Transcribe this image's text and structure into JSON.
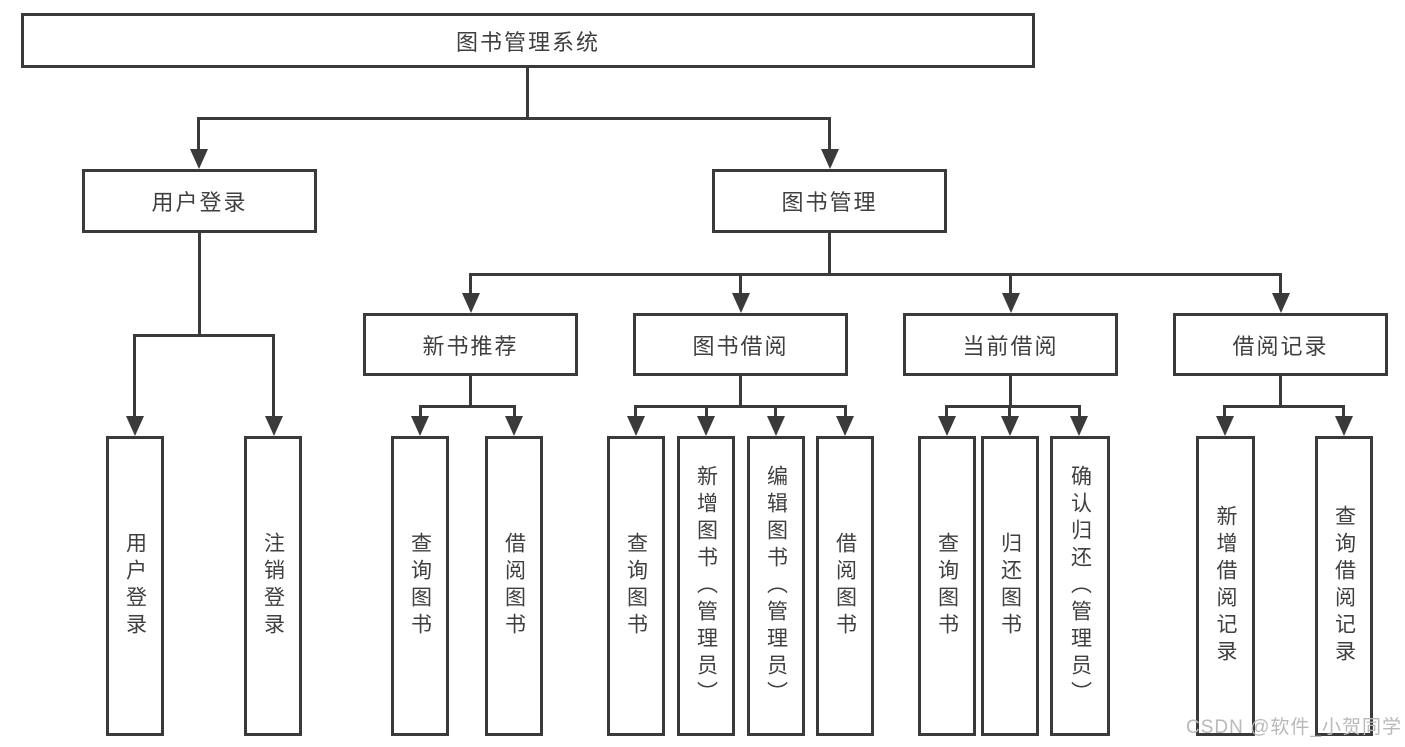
{
  "diagram_title": "图书管理系统",
  "tree": {
    "label": "图书管理系统",
    "children": [
      {
        "label": "用户登录",
        "children": [
          {
            "label": "用户登录"
          },
          {
            "label": "注销登录"
          }
        ]
      },
      {
        "label": "图书管理",
        "children": [
          {
            "label": "新书推荐",
            "children": [
              {
                "label": "查询图书"
              },
              {
                "label": "借阅图书"
              }
            ]
          },
          {
            "label": "图书借阅",
            "children": [
              {
                "label": "查询图书"
              },
              {
                "label": "新增图书（管理员）"
              },
              {
                "label": "编辑图书（管理员）"
              },
              {
                "label": "借阅图书"
              }
            ]
          },
          {
            "label": "当前借阅",
            "children": [
              {
                "label": "查询图书"
              },
              {
                "label": "归还图书"
              },
              {
                "label": "确认归还（管理员）"
              }
            ]
          },
          {
            "label": "借阅记录",
            "children": [
              {
                "label": "新增借阅记录"
              },
              {
                "label": "查询借阅记录"
              }
            ]
          }
        ]
      }
    ]
  },
  "watermark": "CSDN @软件_小贺同学",
  "colors": {
    "line": "#3a3a3a",
    "text": "#3f3f3f",
    "watermark": "#b9b9b9",
    "background": "#ffffff"
  }
}
